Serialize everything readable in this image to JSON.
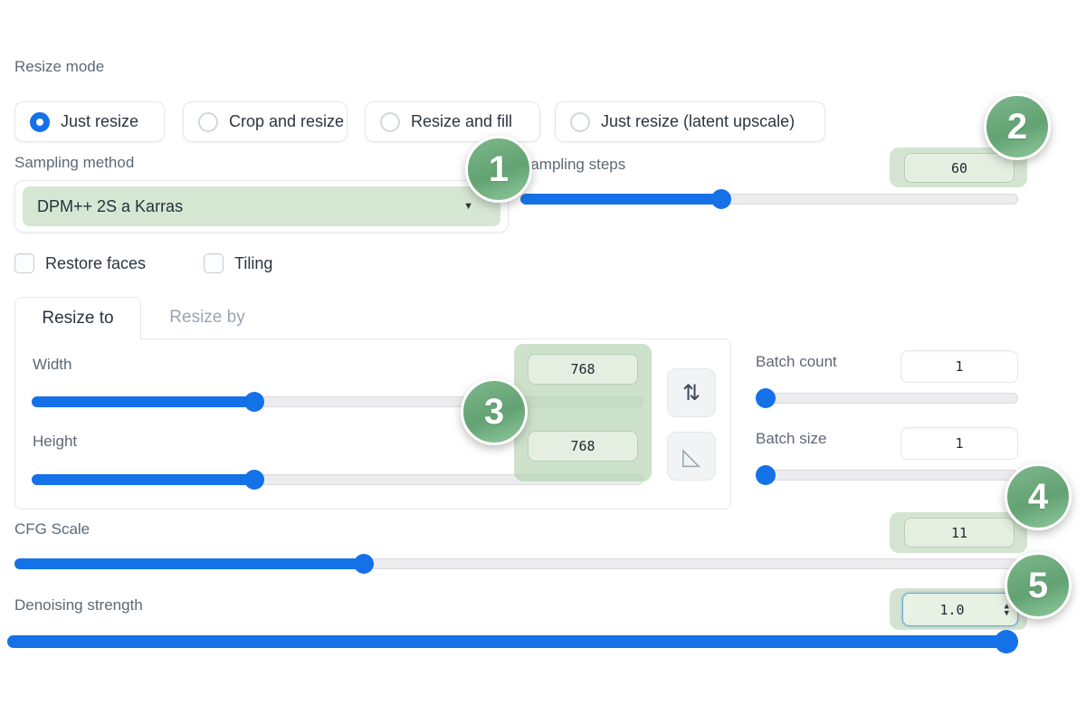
{
  "colors": {
    "accent_blue": "#1571e8",
    "highlight_green": "#d3e5d0",
    "callout_green": "#6fae7e"
  },
  "icons": {
    "caret": "▼",
    "swap": "⇅",
    "ruler": "◺",
    "stepper_up": "▲",
    "stepper_down": "▼"
  },
  "resize_mode": {
    "label": "Resize mode",
    "options": [
      {
        "label": "Just resize",
        "selected": true
      },
      {
        "label": "Crop and resize",
        "selected": false
      },
      {
        "label": "Resize and fill",
        "selected": false
      },
      {
        "label": "Just resize (latent upscale)",
        "selected": false
      }
    ]
  },
  "sampling_method": {
    "label": "Sampling method",
    "value": "DPM++ 2S a Karras"
  },
  "sampling_steps": {
    "label": "Sampling steps",
    "value": "60",
    "percent": 40
  },
  "options_checkboxes": [
    {
      "label": "Restore faces",
      "checked": false
    },
    {
      "label": "Tiling",
      "checked": false
    }
  ],
  "tabs": [
    {
      "label": "Resize to",
      "active": true
    },
    {
      "label": "Resize by",
      "active": false
    }
  ],
  "resize_to": {
    "width": {
      "label": "Width",
      "value": "768",
      "percent": 36
    },
    "height": {
      "label": "Height",
      "value": "768",
      "percent": 36
    }
  },
  "batch_count": {
    "label": "Batch count",
    "value": "1",
    "percent": 0
  },
  "batch_size": {
    "label": "Batch size",
    "value": "1",
    "percent": 0
  },
  "cfg_scale": {
    "label": "CFG Scale",
    "value": "11",
    "percent": 34.5
  },
  "denoising": {
    "label": "Denoising strength",
    "value": "1.0",
    "percent": 100
  },
  "callouts": [
    "1",
    "2",
    "3",
    "4",
    "5"
  ]
}
